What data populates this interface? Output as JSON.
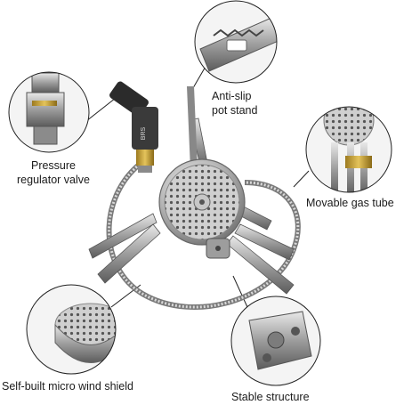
{
  "callouts": {
    "pressure_regulator": {
      "line1": "Pressure",
      "line2": "regulator valve"
    },
    "anti_slip": {
      "line1": "Anti-slip",
      "line2": "pot stand"
    },
    "gas_tube": {
      "label": "Movable gas tube"
    },
    "wind_shield": {
      "label": "Self-built micro wind shield"
    },
    "stable": {
      "label": "Stable structure"
    }
  },
  "valve_brand_text": "BRS"
}
